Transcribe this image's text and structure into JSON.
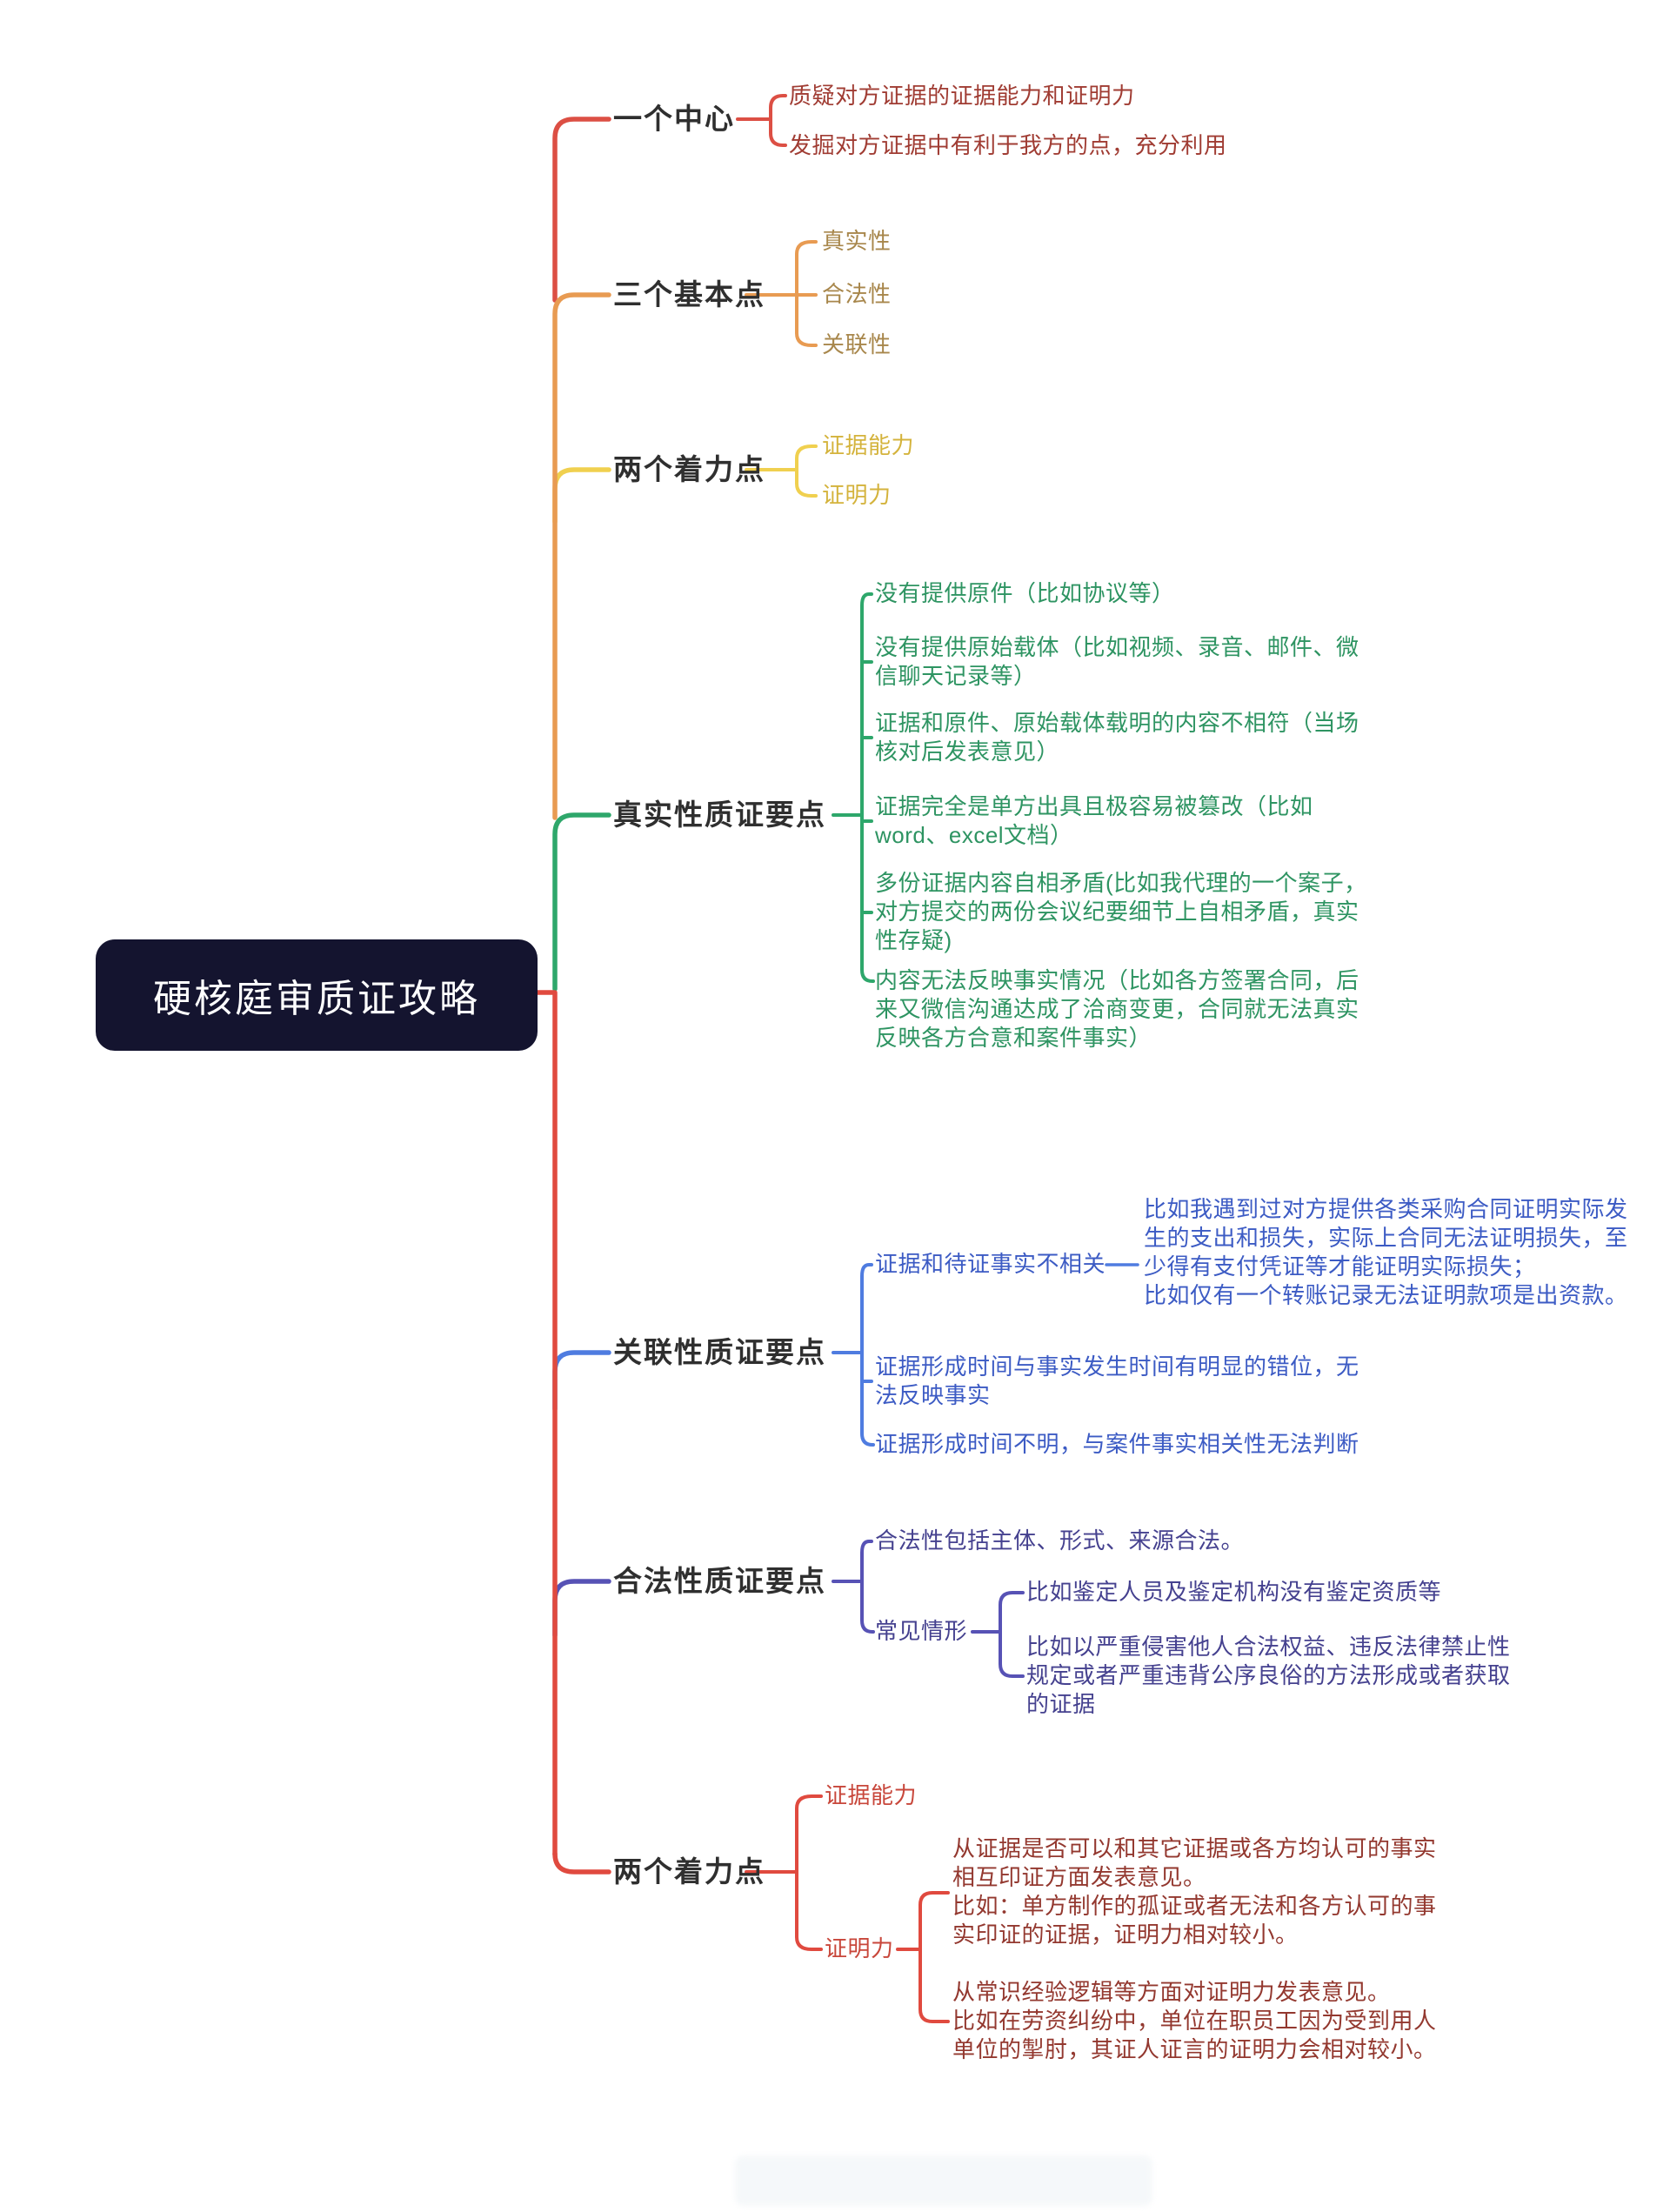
{
  "center": {
    "title": "硬核庭审质证攻略"
  },
  "colors": {
    "center_bg": "#14142F",
    "center_text": "#FFFFFF",
    "branch_red": "#DC4F44",
    "branch_orange": "#E89B52",
    "branch_yellow": "#F0D04F",
    "branch_green": "#2EA76B",
    "branch_blue": "#4F7CE0",
    "branch_purple": "#5752B5",
    "branch_red_bottom": "#E04A3F"
  },
  "branches": [
    {
      "label": "一个中心",
      "color": "#DC4F44",
      "children": [
        {
          "text": "质疑对方证据的证据能力和证明力"
        },
        {
          "text": "发掘对方证据中有利于我方的点，充分利用"
        }
      ]
    },
    {
      "label": "三个基本点",
      "color": "#E89B52",
      "children": [
        {
          "text": "真实性"
        },
        {
          "text": "合法性"
        },
        {
          "text": "关联性"
        }
      ]
    },
    {
      "label": "两个着力点",
      "color": "#F0D04F",
      "children": [
        {
          "text": "证据能力"
        },
        {
          "text": "证明力"
        }
      ]
    },
    {
      "label": "真实性质证要点",
      "color": "#2EA76B",
      "children": [
        {
          "text": "没有提供原件（比如协议等）"
        },
        {
          "text": "没有提供原始载体（比如视频、录音、邮件、微\n信聊天记录等）"
        },
        {
          "text": "证据和原件、原始载体载明的内容不相符（当场\n核对后发表意见）"
        },
        {
          "text": "证据完全是单方出具且极容易被篡改（比如\nword、excel文档）"
        },
        {
          "text": "多份证据内容自相矛盾(比如我代理的一个案子，\n对方提交的两份会议纪要细节上自相矛盾，真实\n性存疑)"
        },
        {
          "text": "内容无法反映事实情况（比如各方签署合同，后\n来又微信沟通达成了洽商变更，合同就无法真实\n反映各方合意和案件事实）"
        }
      ]
    },
    {
      "label": "关联性质证要点",
      "color": "#4F7CE0",
      "children": [
        {
          "text": "证据和待证事实不相关",
          "note": "比如我遇到过对方提供各类采购合同证明实际发\n生的支出和损失，实际上合同无法证明损失，至\n少得有支付凭证等才能证明实际损失；\n比如仅有一个转账记录无法证明款项是出资款。"
        },
        {
          "text": "证据形成时间与事实发生时间有明显的错位，无\n法反映事实"
        },
        {
          "text": "证据形成时间不明，与案件事实相关性无法判断"
        }
      ]
    },
    {
      "label": "合法性质证要点",
      "color": "#5752B5",
      "children": [
        {
          "text": "合法性包括主体、形式、来源合法。"
        },
        {
          "text": "常见情形",
          "children": [
            {
              "text": "比如鉴定人员及鉴定机构没有鉴定资质等"
            },
            {
              "text": "比如以严重侵害他人合法权益、违反法律禁止性\n规定或者严重违背公序良俗的方法形成或者获取\n的证据"
            }
          ]
        }
      ]
    },
    {
      "label": "两个着力点",
      "color": "#E04A3F",
      "children": [
        {
          "text": "证据能力"
        },
        {
          "text": "证明力",
          "children": [
            {
              "text": "从证据是否可以和其它证据或各方均认可的事实\n相互印证方面发表意见。\n比如：单方制作的孤证或者无法和各方认可的事\n实印证的证据，证明力相对较小。"
            },
            {
              "text": "从常识经验逻辑等方面对证明力发表意见。\n比如在劳资纠纷中，单位在职员工因为受到用人\n单位的掣肘，其证人证言的证明力会相对较小。"
            }
          ]
        }
      ]
    }
  ]
}
